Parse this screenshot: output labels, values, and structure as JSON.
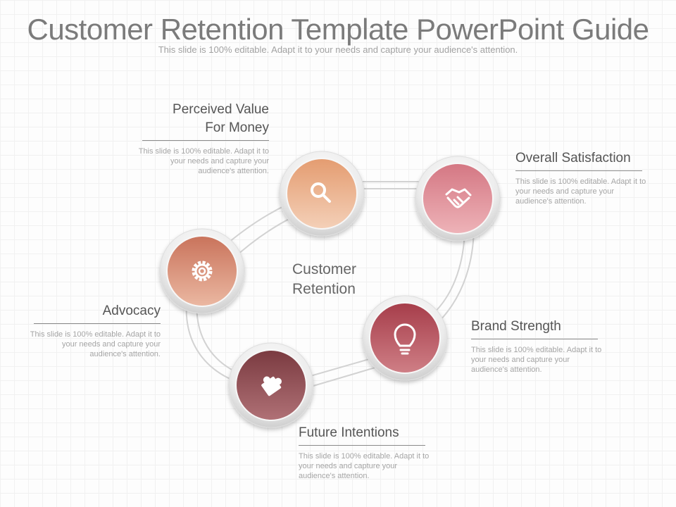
{
  "title": "Customer Retention Template PowerPoint Guide",
  "subtitle": "This slide is 100% editable. Adapt it to your needs and capture your audience's attention.",
  "center_label": [
    "Customer",
    "Retention"
  ],
  "nodes": [
    {
      "id": "perceived-value",
      "label_lines": [
        "Perceived Value",
        "For Money"
      ],
      "description": "This slide is 100% editable. Adapt it to your needs and capture your audience's attention.",
      "icon": "search-icon",
      "color": "#e6a57f"
    },
    {
      "id": "overall-satisfaction",
      "label_lines": [
        "Overall Satisfaction"
      ],
      "description": "This slide is 100% editable. Adapt it to your needs and capture your audience's attention.",
      "icon": "handshake-icon",
      "color": "#d98890"
    },
    {
      "id": "brand-strength",
      "label_lines": [
        "Brand Strength"
      ],
      "description": "This slide is 100% editable. Adapt it to your needs and capture your audience's attention.",
      "icon": "lightbulb-icon",
      "color": "#b2505c"
    },
    {
      "id": "future-intentions",
      "label_lines": [
        "Future Intentions"
      ],
      "description": "This slide is 100% editable. Adapt it to your needs and capture your audience's attention.",
      "icon": "puzzle-icon",
      "color": "#8b4d52"
    },
    {
      "id": "advocacy",
      "label_lines": [
        "Advocacy"
      ],
      "description": "This slide is 100% editable. Adapt it to your needs and capture your audience's attention.",
      "icon": "gear-icon",
      "color": "#d3876c"
    }
  ]
}
